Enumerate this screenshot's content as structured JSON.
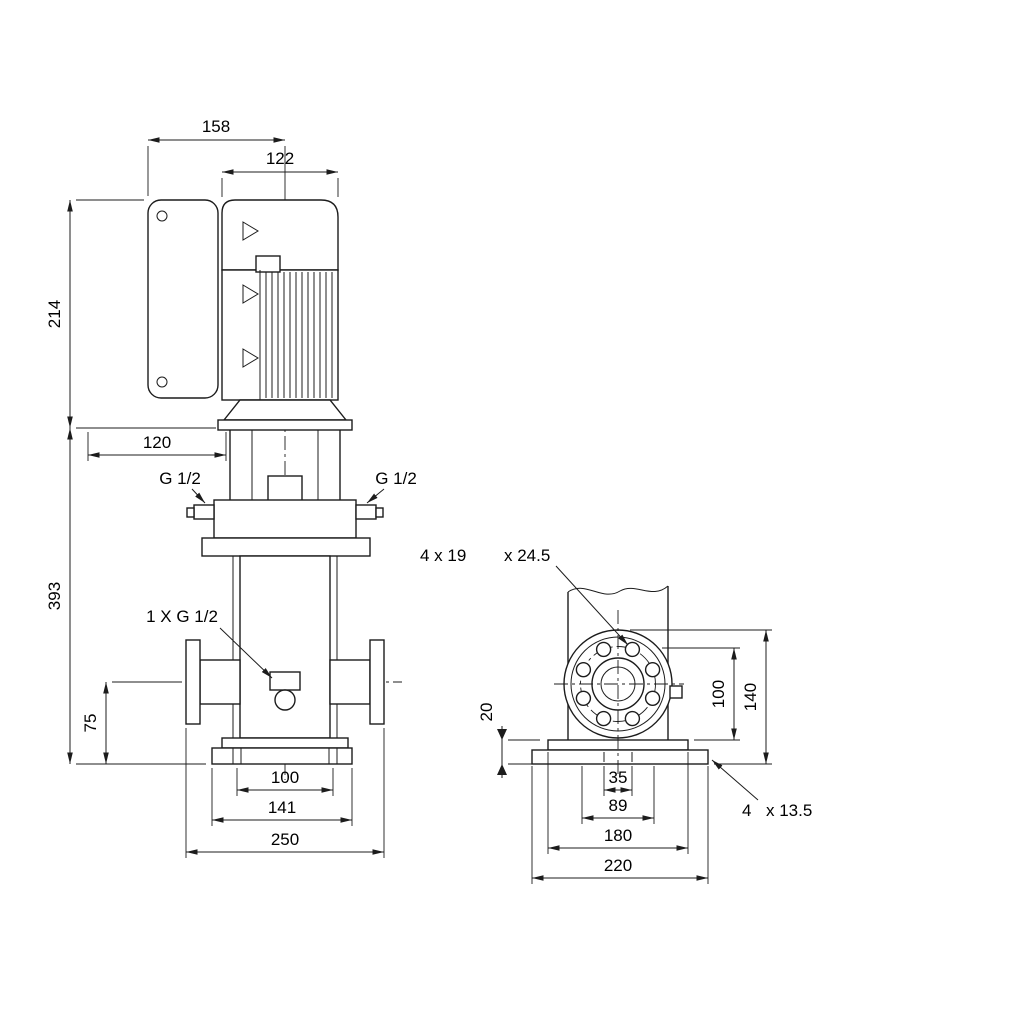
{
  "side": {
    "motor_total_width": "158",
    "motor_width": "122",
    "motor_height": "214",
    "control_box_depth": "120",
    "pump_height": "393",
    "port_center_height": "75",
    "plug_left": "G 1/2",
    "plug_right": "G 1/2",
    "drain_plug": "1 X G 1/2",
    "base_hole_spacing": "100",
    "base_width": "141",
    "port_to_port": "250"
  },
  "end": {
    "flange_holes": "4 x 19",
    "flange_holes_depth": "x 24.5",
    "base_plate_height": "20",
    "port_height": "100",
    "flange_height": "140",
    "slot_spacing": "35",
    "slot_outer_spacing": "89",
    "base_width": "180",
    "base_plate_width": "220",
    "base_hole_count": "4",
    "base_hole_size": "x 13.5"
  }
}
